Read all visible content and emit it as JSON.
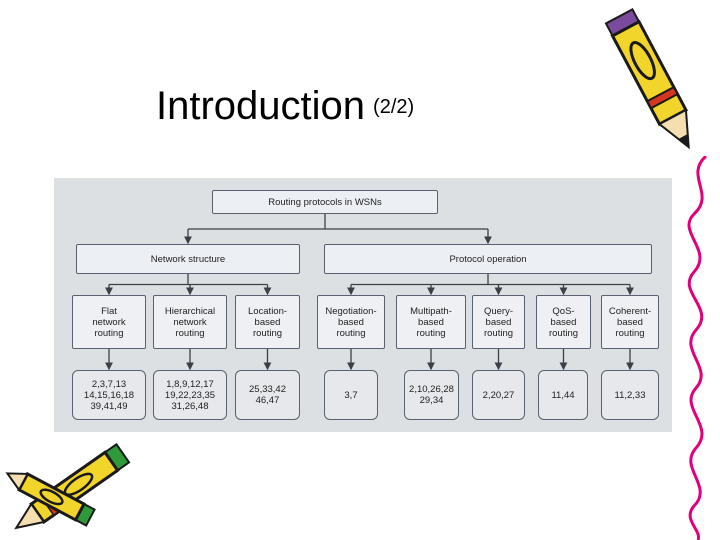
{
  "slide": {
    "title": "Introduction",
    "title_suffix": "(2/2)"
  },
  "diagram": {
    "root": "Routing protocols in WSNs",
    "categories": [
      "Network structure",
      "Protocol operation"
    ],
    "protocols": [
      {
        "label": "Flat\nnetwork\nrouting",
        "refs": "2,3,7,13\n14,15,16,18\n39,41,49"
      },
      {
        "label": "Hierarchical\nnetwork\nrouting",
        "refs": "1,8,9,12,17\n19,22,23,35\n31,26,48"
      },
      {
        "label": "Location-\nbased\nrouting",
        "refs": "25,33,42\n46,47"
      },
      {
        "label": "Negotiation-\nbased\nrouting",
        "refs": "3,7"
      },
      {
        "label": "Multipath-\nbased\nrouting",
        "refs": "2,10,26,28\n29,34"
      },
      {
        "label": "Query-\nbased\nrouting",
        "refs": "2,20,27"
      },
      {
        "label": "QoS-\nbased\nrouting",
        "refs": "11,44"
      },
      {
        "label": "Coherent-\nbased\nrouting",
        "refs": "11,2,33"
      }
    ]
  },
  "colors": {
    "figure_bg": "#dde0e2",
    "box_fill": "#eceff4",
    "connector": "#3a3f48",
    "pencil_body": "#f2d52b",
    "pencil_outline": "#1a1a1a",
    "pencil_stripe": "#d6361f",
    "eraser_green": "#2e9a3a",
    "squiggle": "#e0007a"
  },
  "decorations": [
    "pencil-icon",
    "pencil-icon",
    "pencil-icon",
    "squiggle-line-icon"
  ]
}
